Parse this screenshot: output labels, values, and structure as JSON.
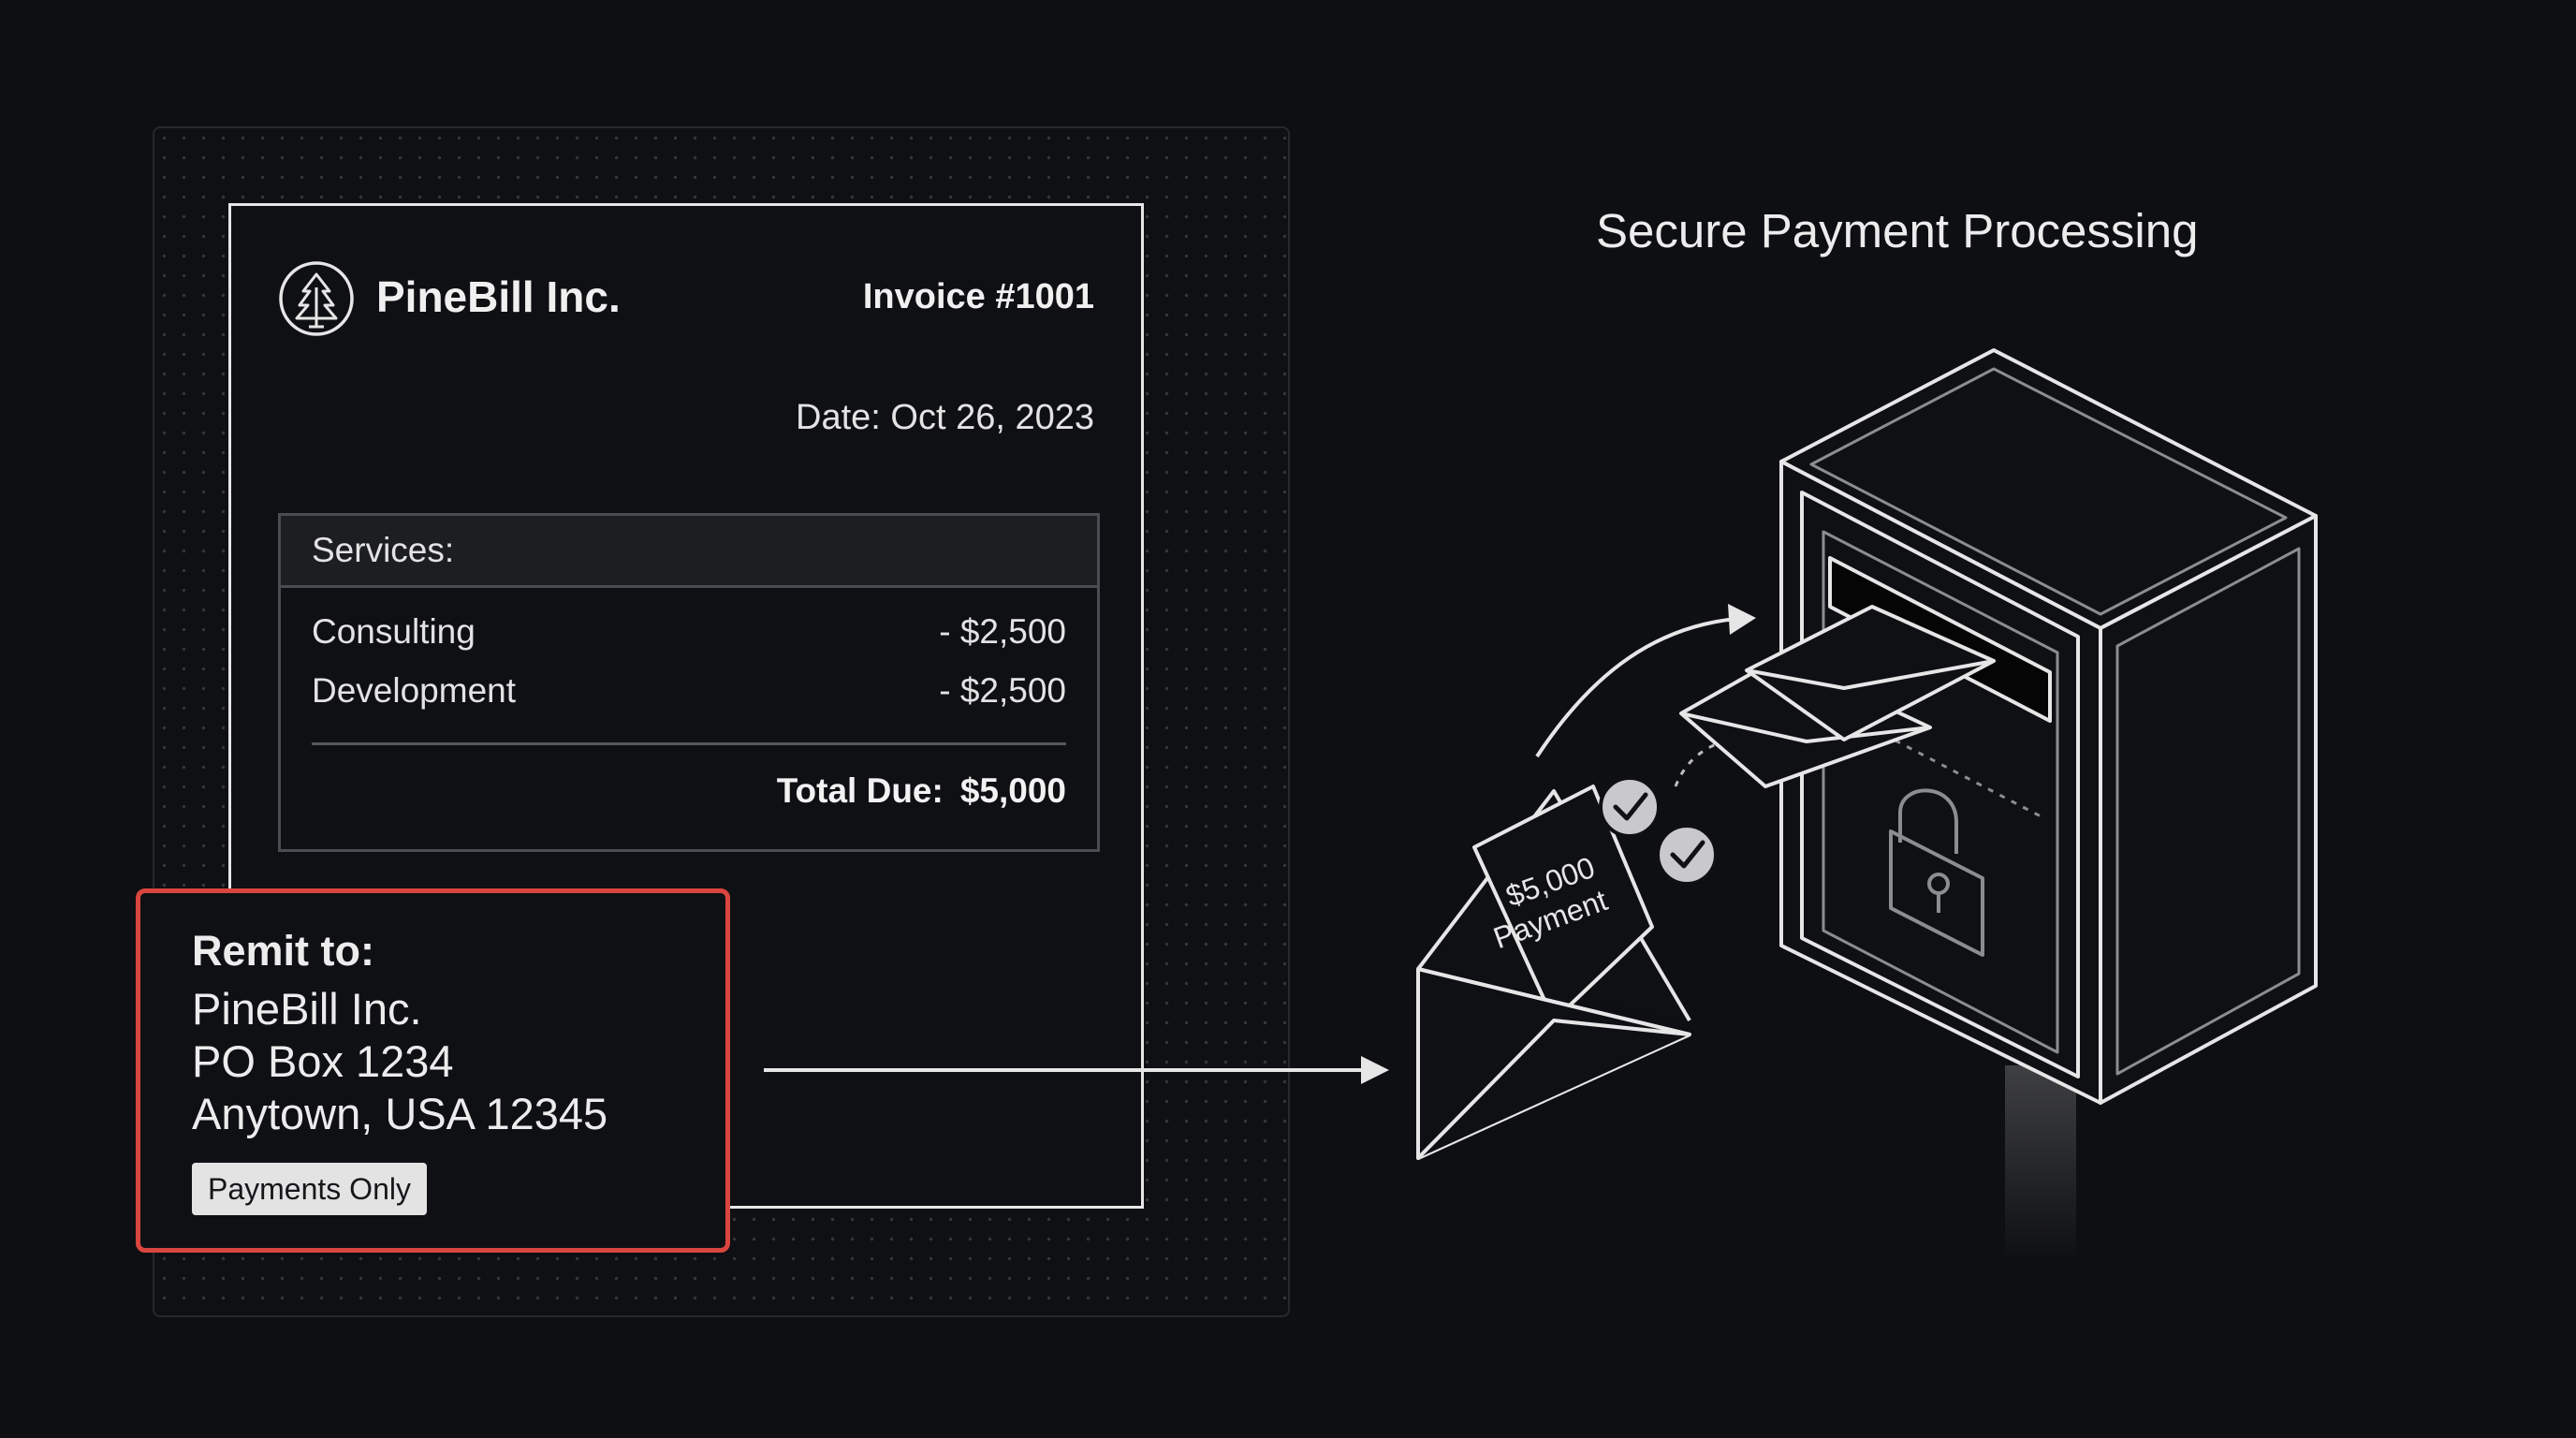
{
  "invoice": {
    "company": "PineBill Inc.",
    "number": "Invoice #1001",
    "date": "Date: Oct 26, 2023",
    "services_header": "Services:",
    "items": [
      {
        "name": "Consulting",
        "amount": "- $2,500"
      },
      {
        "name": "Development",
        "amount": "- $2,500"
      }
    ],
    "total_label": "Total Due:",
    "total_value": "$5,000"
  },
  "remit": {
    "title": "Remit to:",
    "lines": [
      "PineBill Inc.",
      "PO Box 1234",
      "Anytown, USA 12345"
    ],
    "badge": "Payments Only"
  },
  "diagram": {
    "heading": "Secure Payment Processing",
    "envelope_card_line1": "$5,000",
    "envelope_card_line2": "Payment"
  },
  "icons": [
    "pine-tree-icon",
    "check-icon",
    "padlock-icon",
    "arrow-icon",
    "envelope-icon"
  ],
  "colors": {
    "background": "#0e0f12",
    "line": "#e6e6e6",
    "highlight": "#d9453f",
    "badge": "#e3e3e3"
  }
}
